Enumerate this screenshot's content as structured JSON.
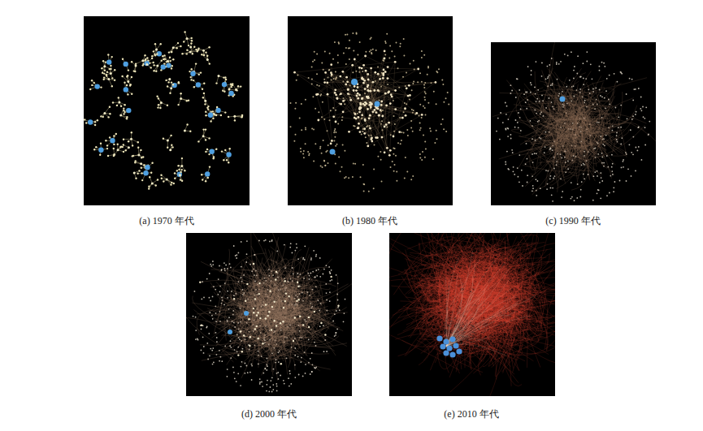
{
  "diagram": {
    "labels": [
      "(a) 1970 年代",
      "(b) 1980 年代",
      "(c) 1990 年代",
      "(d) 2000 年代",
      "(e) 2010 年代"
    ]
  }
}
